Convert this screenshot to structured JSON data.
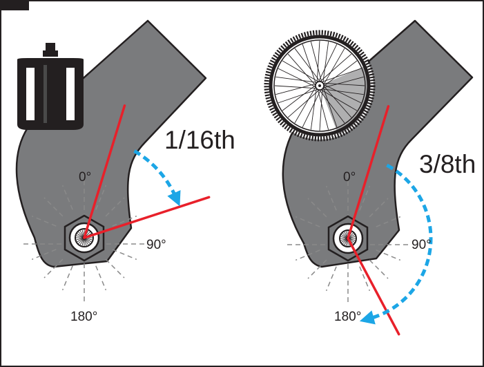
{
  "left_panel": {
    "fraction_label": "1/16th",
    "angles": {
      "top": "0°",
      "right": "90°",
      "bottom": "180°"
    },
    "turn_start_deg": 17,
    "turn_end_deg": 72,
    "component_icon": "pedal-icon"
  },
  "right_panel": {
    "fraction_label": "3/8th",
    "angles": {
      "top": "0°",
      "right": "90°",
      "bottom": "180°"
    },
    "turn_start_deg": 17,
    "turn_end_deg": 152,
    "component_icon": "wheel-icon"
  },
  "colors": {
    "crank_fill": "#7a7b7d",
    "outline": "#231f20",
    "mark_line": "#e8202a",
    "arrow": "#1ca6e6",
    "guide": "#8a8a8a"
  }
}
